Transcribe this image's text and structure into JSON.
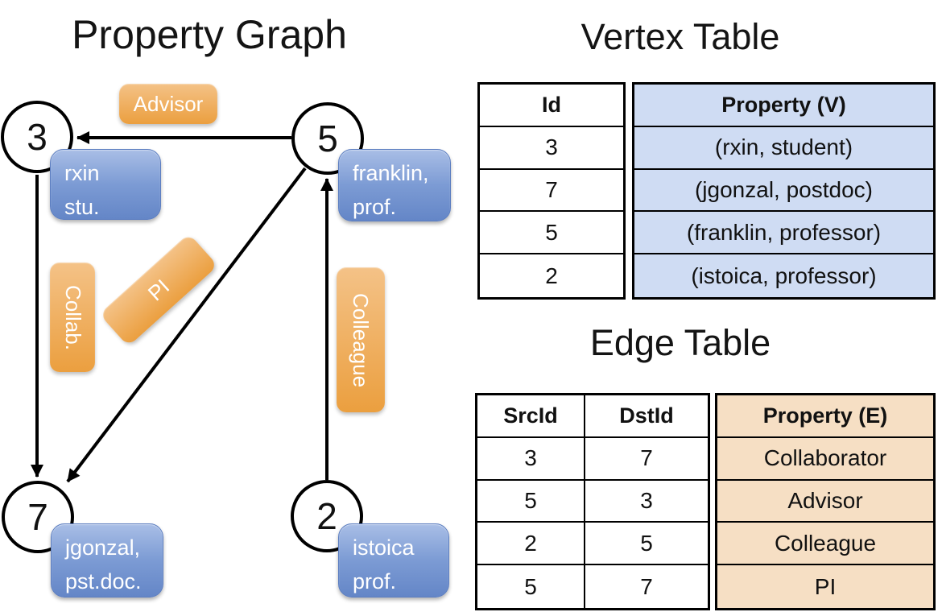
{
  "graph": {
    "title": "Property Graph",
    "nodes": [
      {
        "id": "3"
      },
      {
        "id": "5"
      },
      {
        "id": "7"
      },
      {
        "id": "2"
      }
    ],
    "node_boxes": [
      {
        "line1": "rxin",
        "line2": "stu."
      },
      {
        "line1": "franklin,",
        "line2": "prof."
      },
      {
        "line1": "jgonzal,",
        "line2": "pst.doc."
      },
      {
        "line1": "istoica",
        "line2": "prof."
      }
    ],
    "edge_labels": [
      {
        "label": "Advisor"
      },
      {
        "label": "Collab."
      },
      {
        "label": "PI"
      },
      {
        "label": "Colleague"
      }
    ]
  },
  "vertex_table": {
    "title": "Vertex Table",
    "header": {
      "id": "Id",
      "property": "Property (V)"
    },
    "rows": [
      {
        "id": "3",
        "property": "(rxin, student)"
      },
      {
        "id": "7",
        "property": "(jgonzal, postdoc)"
      },
      {
        "id": "5",
        "property": "(franklin, professor)"
      },
      {
        "id": "2",
        "property": "(istoica, professor)"
      }
    ]
  },
  "edge_table": {
    "title": "Edge Table",
    "header": {
      "src": "SrcId",
      "dst": "DstId",
      "property": "Property (E)"
    },
    "rows": [
      {
        "src": "3",
        "dst": "7",
        "property": "Collaborator"
      },
      {
        "src": "5",
        "dst": "3",
        "property": "Advisor"
      },
      {
        "src": "2",
        "dst": "5",
        "property": "Colleague"
      },
      {
        "src": "5",
        "dst": "7",
        "property": "PI"
      }
    ]
  },
  "colors": {
    "vertex-fill": "#cfdcf3",
    "edge-fill": "#f6dfc4",
    "label-orange": "#eb9f3f",
    "node-blue": "#6486c7",
    "line-black": "#000000"
  }
}
